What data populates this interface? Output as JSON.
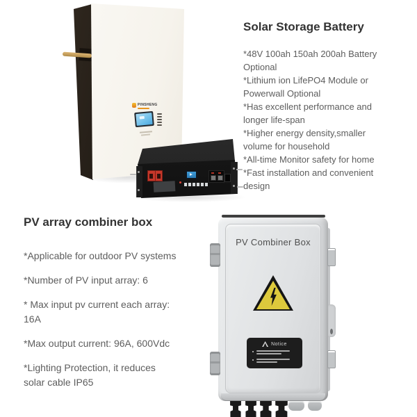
{
  "colors": {
    "heading_text": "#333333",
    "body_text": "#5d5d5d",
    "warning_yellow": "#ddc93c",
    "combiner_gray": "#dcdee0",
    "battery_red_connector": "#c5372a",
    "screen_blue": "#67bbe8"
  },
  "battery_section": {
    "title": "Solar Storage Battery",
    "features": [
      {
        "lines": [
          "*48V 100ah 150ah 200ah Battery",
          "Optional"
        ]
      },
      {
        "lines": [
          "*Lithium ion LifePO4 Module or",
          "Powerwall Optional"
        ]
      },
      {
        "lines": [
          "*Has excellent performance and",
          "longer life-span"
        ]
      },
      {
        "lines": [
          "*Higher energy density,smaller",
          "volume for household"
        ]
      },
      {
        "lines": [
          "*All-time Monitor safety for home"
        ]
      },
      {
        "lines": [
          "*Fast installation and convenient",
          "design"
        ]
      }
    ],
    "image": {
      "logo_text": "PINSHENG"
    }
  },
  "combiner_section": {
    "title": "PV array combiner box",
    "features": [
      {
        "lines": [
          "*Applicable for outdoor PV systems"
        ]
      },
      {
        "lines": [
          "*Number of PV input array: 6"
        ]
      },
      {
        "lines": [
          "* Max input pv current each array:",
          "16A"
        ]
      },
      {
        "lines": [
          "*Max output current: 96A, 600Vdc"
        ]
      },
      {
        "lines": [
          "*Lighting Protection, it reduces",
          "solar cable IP65"
        ]
      }
    ],
    "box": {
      "label": "PV Combiner Box",
      "notice_title": "Notice"
    }
  }
}
